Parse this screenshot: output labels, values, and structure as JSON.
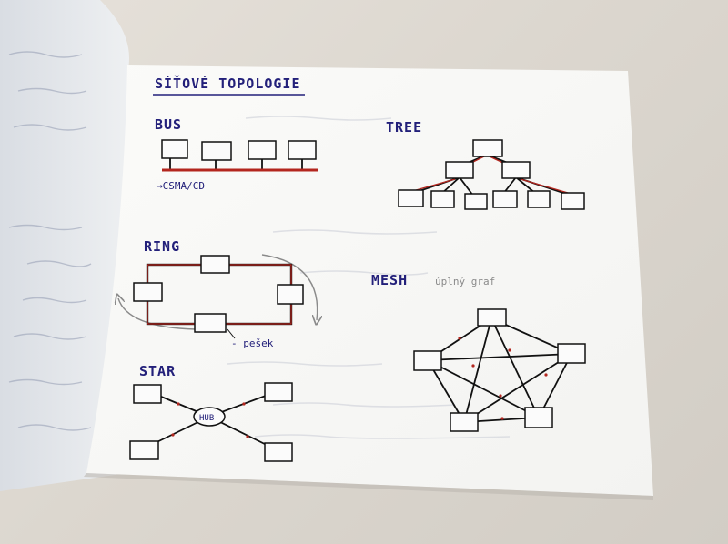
{
  "page": {
    "title": "SÍŤOVÉ TOPOLOGIE"
  },
  "sections": {
    "bus": {
      "label": "BUS",
      "note": "→CSMA/CD"
    },
    "tree": {
      "label": "TREE"
    },
    "ring": {
      "label": "RING",
      "note": "- pešek"
    },
    "mesh": {
      "label": "MESH",
      "note": "úplný graf"
    },
    "star": {
      "label": "STAR",
      "hub_label": "HUB"
    }
  },
  "colors": {
    "ink_blue": "#23207a",
    "ink_black": "#111111",
    "ink_red": "#b3261e",
    "pencil_gray": "#8a8a8a",
    "paper": "#fbfbf9"
  }
}
